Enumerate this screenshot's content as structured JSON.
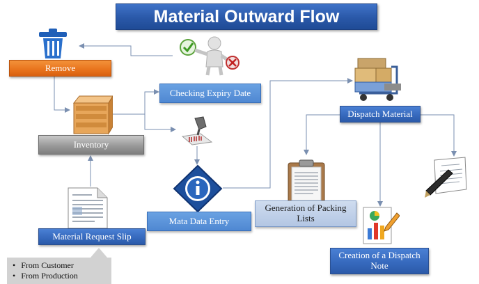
{
  "title": "Material Outward Flow",
  "nodes": {
    "remove": "Remove",
    "checking_expiry": "Checking Expiry Date",
    "inventory": "Inventory",
    "dispatch_material": "Dispatch Material",
    "mata_data_entry": "Mata Data Entry",
    "material_request_slip": "Material Request Slip",
    "packing_lists": "Generation of Packing Lists",
    "dispatch_note": "Creation of a Dispatch Note"
  },
  "request_sources": [
    "From Customer",
    "From Production"
  ],
  "icons": [
    "trash-icon",
    "approve-reject-figure-icon",
    "crate-icon",
    "barcode-scanner-icon",
    "info-icon",
    "document-icon",
    "dispatch-cart-icon",
    "clipboard-icon",
    "report-chart-icon",
    "invoice-pen-icon"
  ],
  "colors": {
    "title": "#2a58a8",
    "blue_box": "#3568bc",
    "light_blue_box": "#4f88d2",
    "orange_box": "#e8731c",
    "grey_box": "#9a9a9a",
    "pale_box": "#b3c6e3"
  }
}
